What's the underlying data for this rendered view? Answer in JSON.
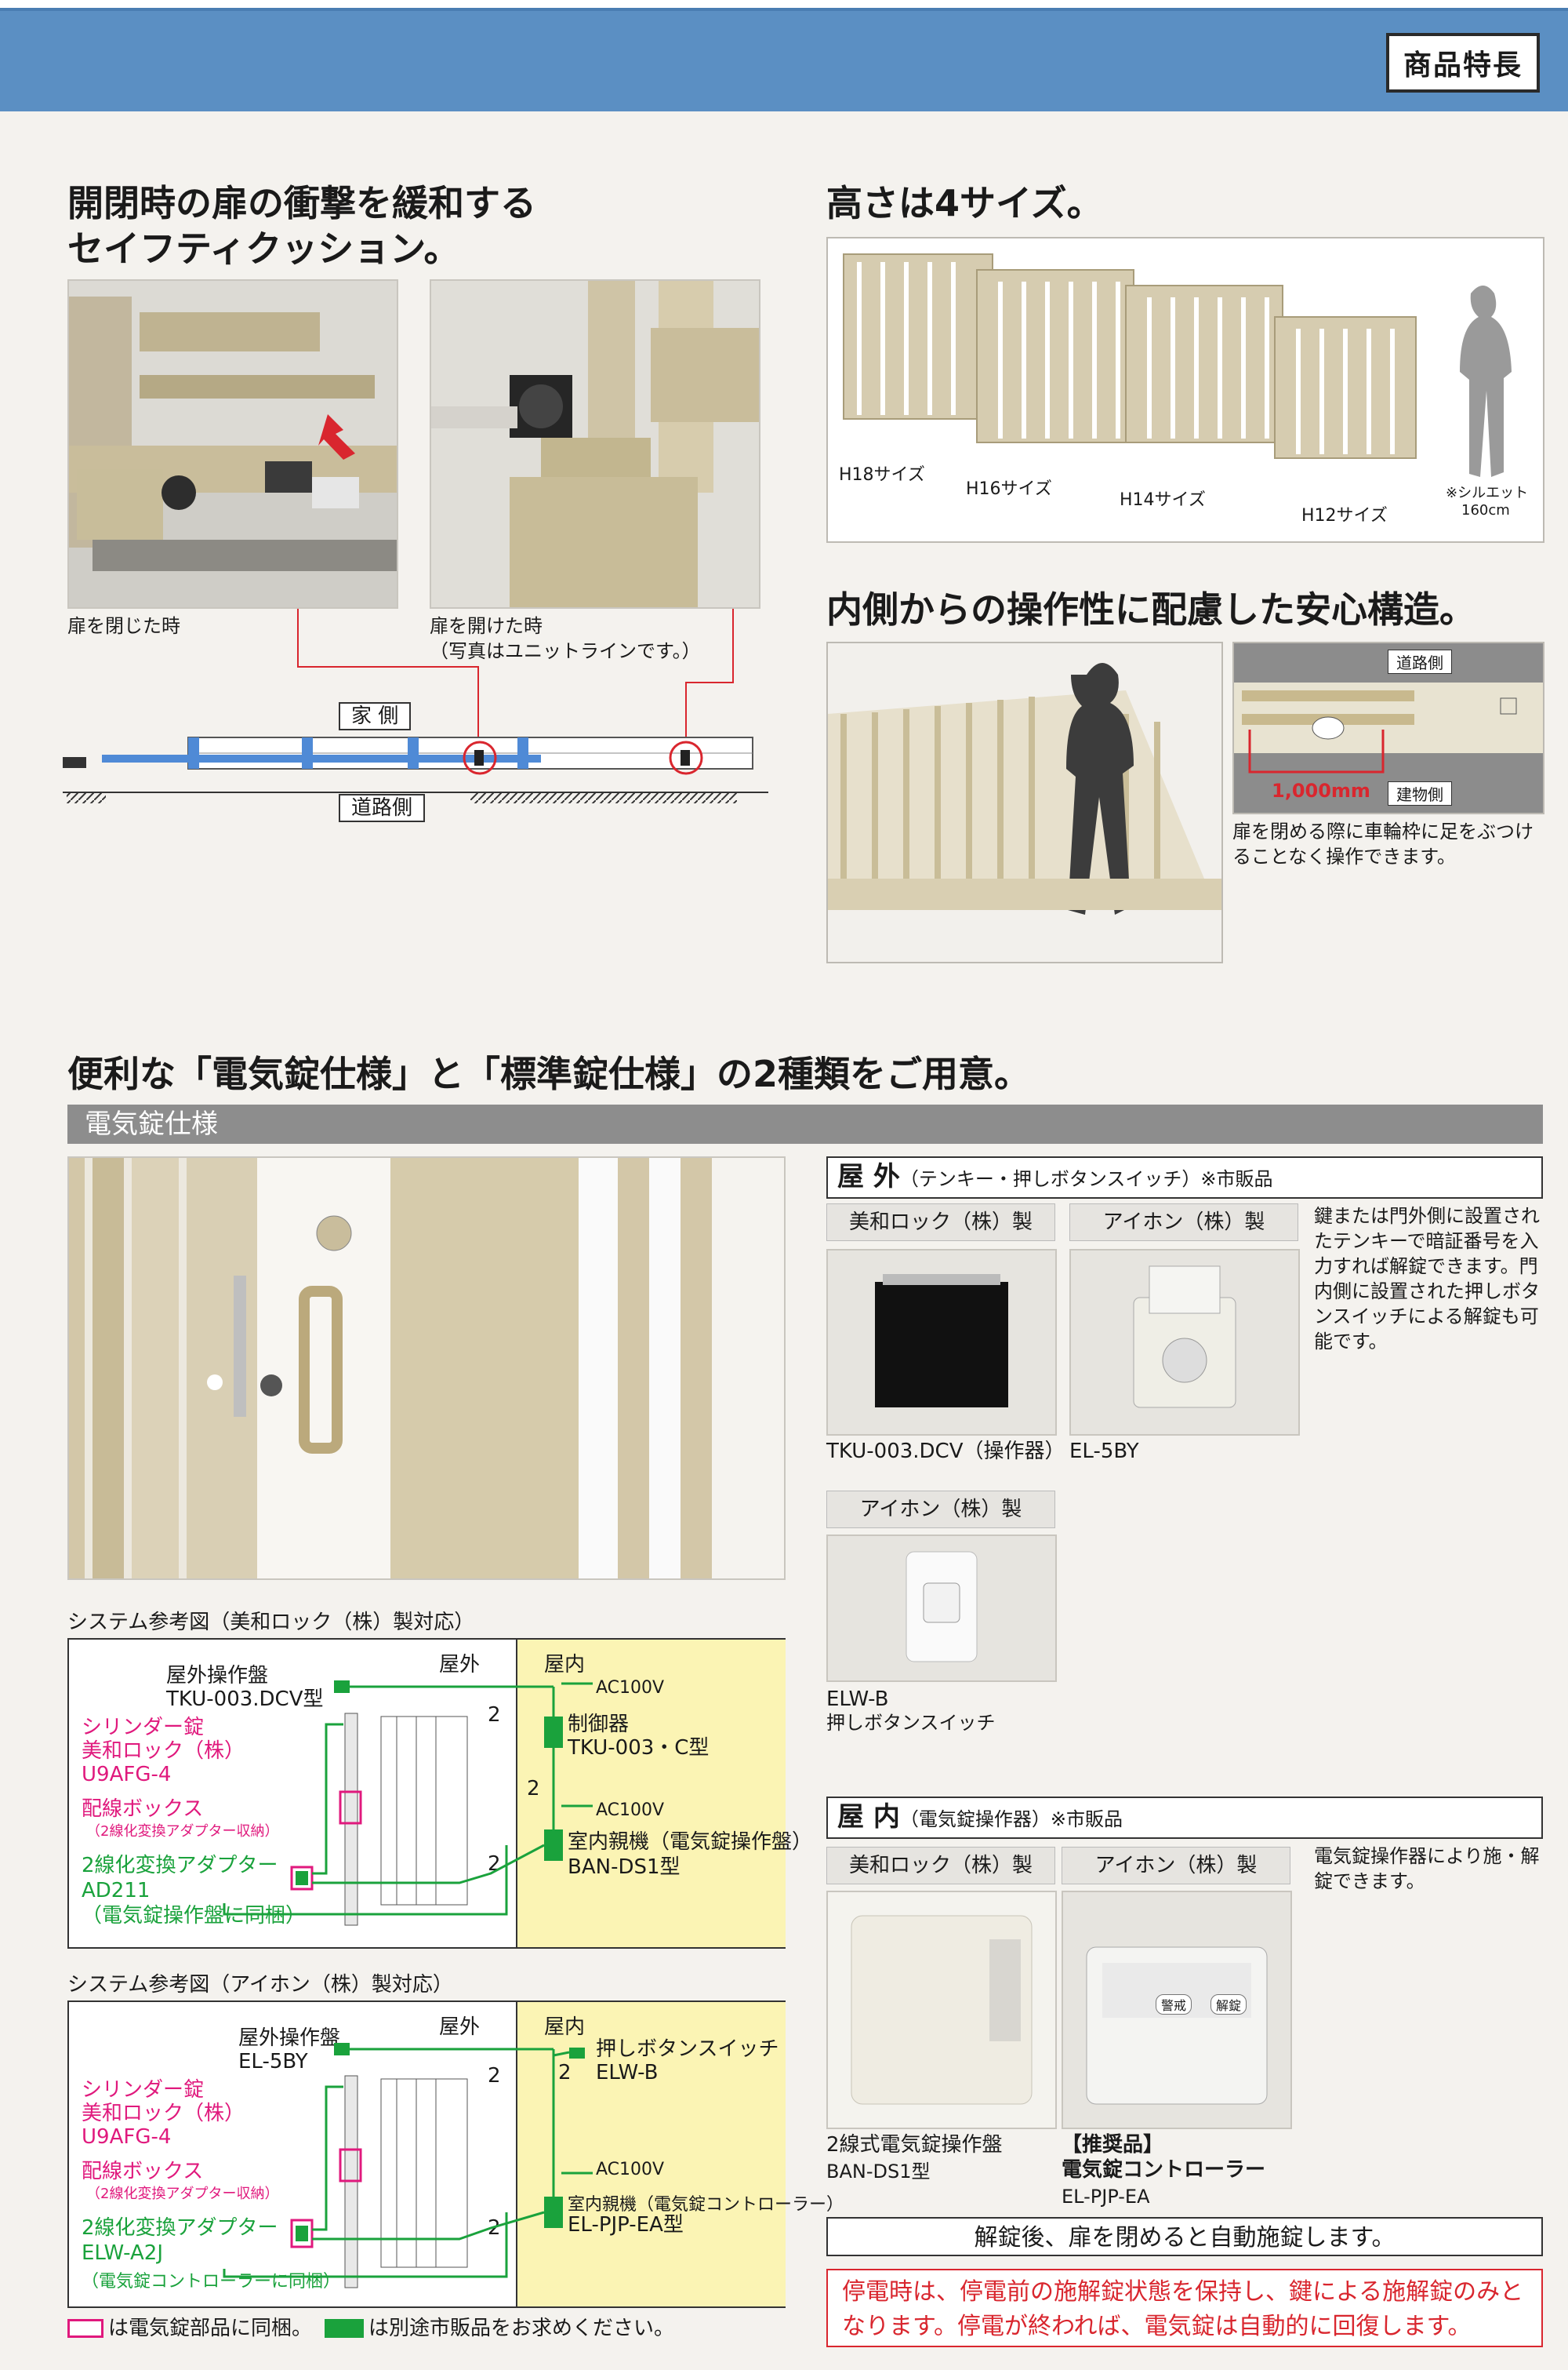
{
  "header": {
    "badge": "商品特長"
  },
  "cushion": {
    "title_line1": "開閉時の扉の衝撃を緩和する",
    "title_line2": "セイフティクッション。",
    "caption_closed": "扉を閉じた時",
    "caption_open": "扉を開けた時",
    "caption_open_note": "（写真はユニットラインです。）",
    "label_house": "家 側",
    "label_road": "道路側"
  },
  "sizes": {
    "title": "高さは4サイズ。",
    "h18": "H18サイズ",
    "h16": "H16サイズ",
    "h14": "H14サイズ",
    "h12": "H12サイズ",
    "silhouette_note": "※シルエット",
    "silhouette_height": "160cm"
  },
  "safety": {
    "title": "内側からの操作性に配慮した安心構造。",
    "road_side": "道路側",
    "building_side": "建物側",
    "distance": "1,000mm",
    "caption": "扉を閉める際に車輪枠に足をぶつけることなく操作できます。"
  },
  "locks": {
    "title": "便利な「電気錠仕様」と「標準錠仕様」の2種類をご用意。",
    "section": "電気錠仕様"
  },
  "outdoor": {
    "header_main": "屋 外",
    "header_sub": "（テンキー・押しボタンスイッチ）※市販品",
    "maker_miwa": "美和ロック（株）製",
    "maker_aiphone": "アイホン（株）製",
    "maker_aiphone2": "アイホン（株）製",
    "desc": "鍵または門外側に設置されたテンキーで暗証番号を入力すれば解錠できます。門内側に設置された押しボタンスイッチによる解錠も可能です。",
    "tku_label": "TKU-003.DCV（操作器）",
    "el5by_label": "EL-5BY",
    "elwb_label": "ELW-B",
    "elwb_sub": "押しボタンスイッチ"
  },
  "indoor": {
    "header_main": "屋 内",
    "header_sub": "（電気錠操作器）※市販品",
    "maker_miwa": "美和ロック（株）製",
    "maker_aiphone": "アイホン（株）製",
    "desc": "電気錠操作器により施・解錠できます。",
    "ban_label": "2線式電気錠操作盤",
    "ban_model": "BAN-DS1型",
    "rec_tag": "【推奨品】",
    "rec_label": "電気錠コントローラー",
    "rec_model": "EL-PJP-EA",
    "panel_btn1": "警戒",
    "panel_btn2": "解錠"
  },
  "notice": {
    "auto_lock": "解錠後、扉を閉めると自動施錠します。",
    "power": "停電時は、停電前の施解錠状態を保持し、鍵による施解錠のみとなります。停電が終われば、電気錠は自動的に回復します。"
  },
  "system1": {
    "title": "システム参考図（美和ロック（株）製対応）",
    "outside": "屋外",
    "inside": "屋内",
    "panel": "屋外操作盤",
    "panel_model": "TKU-003.DCV型",
    "cyl1": "シリンダー錠",
    "cyl2": "美和ロック（株）",
    "cyl3": "U9AFG-4",
    "box": "配線ボックス",
    "box_note": "（2線化変換アダプター収納）",
    "adapter": "2線化変換アダプター",
    "adapter_model": "AD211",
    "adapter_note": "（電気錠操作盤に同梱）",
    "ac1": "AC100V",
    "ctrl": "制御器",
    "ctrl_model": "TKU-003・C型",
    "ac2": "AC100V",
    "indoor_unit": "室内親機（電気錠操作盤）",
    "indoor_model": "BAN-DS1型",
    "n1": "2",
    "n2": "2",
    "n3": "2"
  },
  "system2": {
    "title": "システム参考図（アイホン（株）製対応）",
    "outside": "屋外",
    "inside": "屋内",
    "panel": "屋外操作盤",
    "panel_model": "EL-5BY",
    "cyl1": "シリンダー錠",
    "cyl2": "美和ロック（株）",
    "cyl3": "U9AFG-4",
    "box": "配線ボックス",
    "box_note": "（2線化変換アダプター収納）",
    "adapter": "2線化変換アダプター",
    "adapter_model": "ELW-A2J",
    "adapter_note": "（電気錠コントローラーに同梱）",
    "push": "押しボタンスイッチ",
    "push_model": "ELW-B",
    "ac1": "AC100V",
    "indoor_unit": "室内親機（電気錠コントローラー）",
    "indoor_model": "EL-PJP-EA型",
    "n1": "2",
    "n2": "2",
    "n3": "2"
  },
  "legend": {
    "pink_label": "は電気錠部品に同梱。",
    "green_label": "は別途市販品をお求めください。"
  },
  "colors": {
    "header_blue": "#5b8fc3",
    "accent_red": "#d9262e",
    "wire_green": "#1aa23c",
    "magenta": "#e0197d",
    "panel_yellow": "#fbf4b4"
  }
}
